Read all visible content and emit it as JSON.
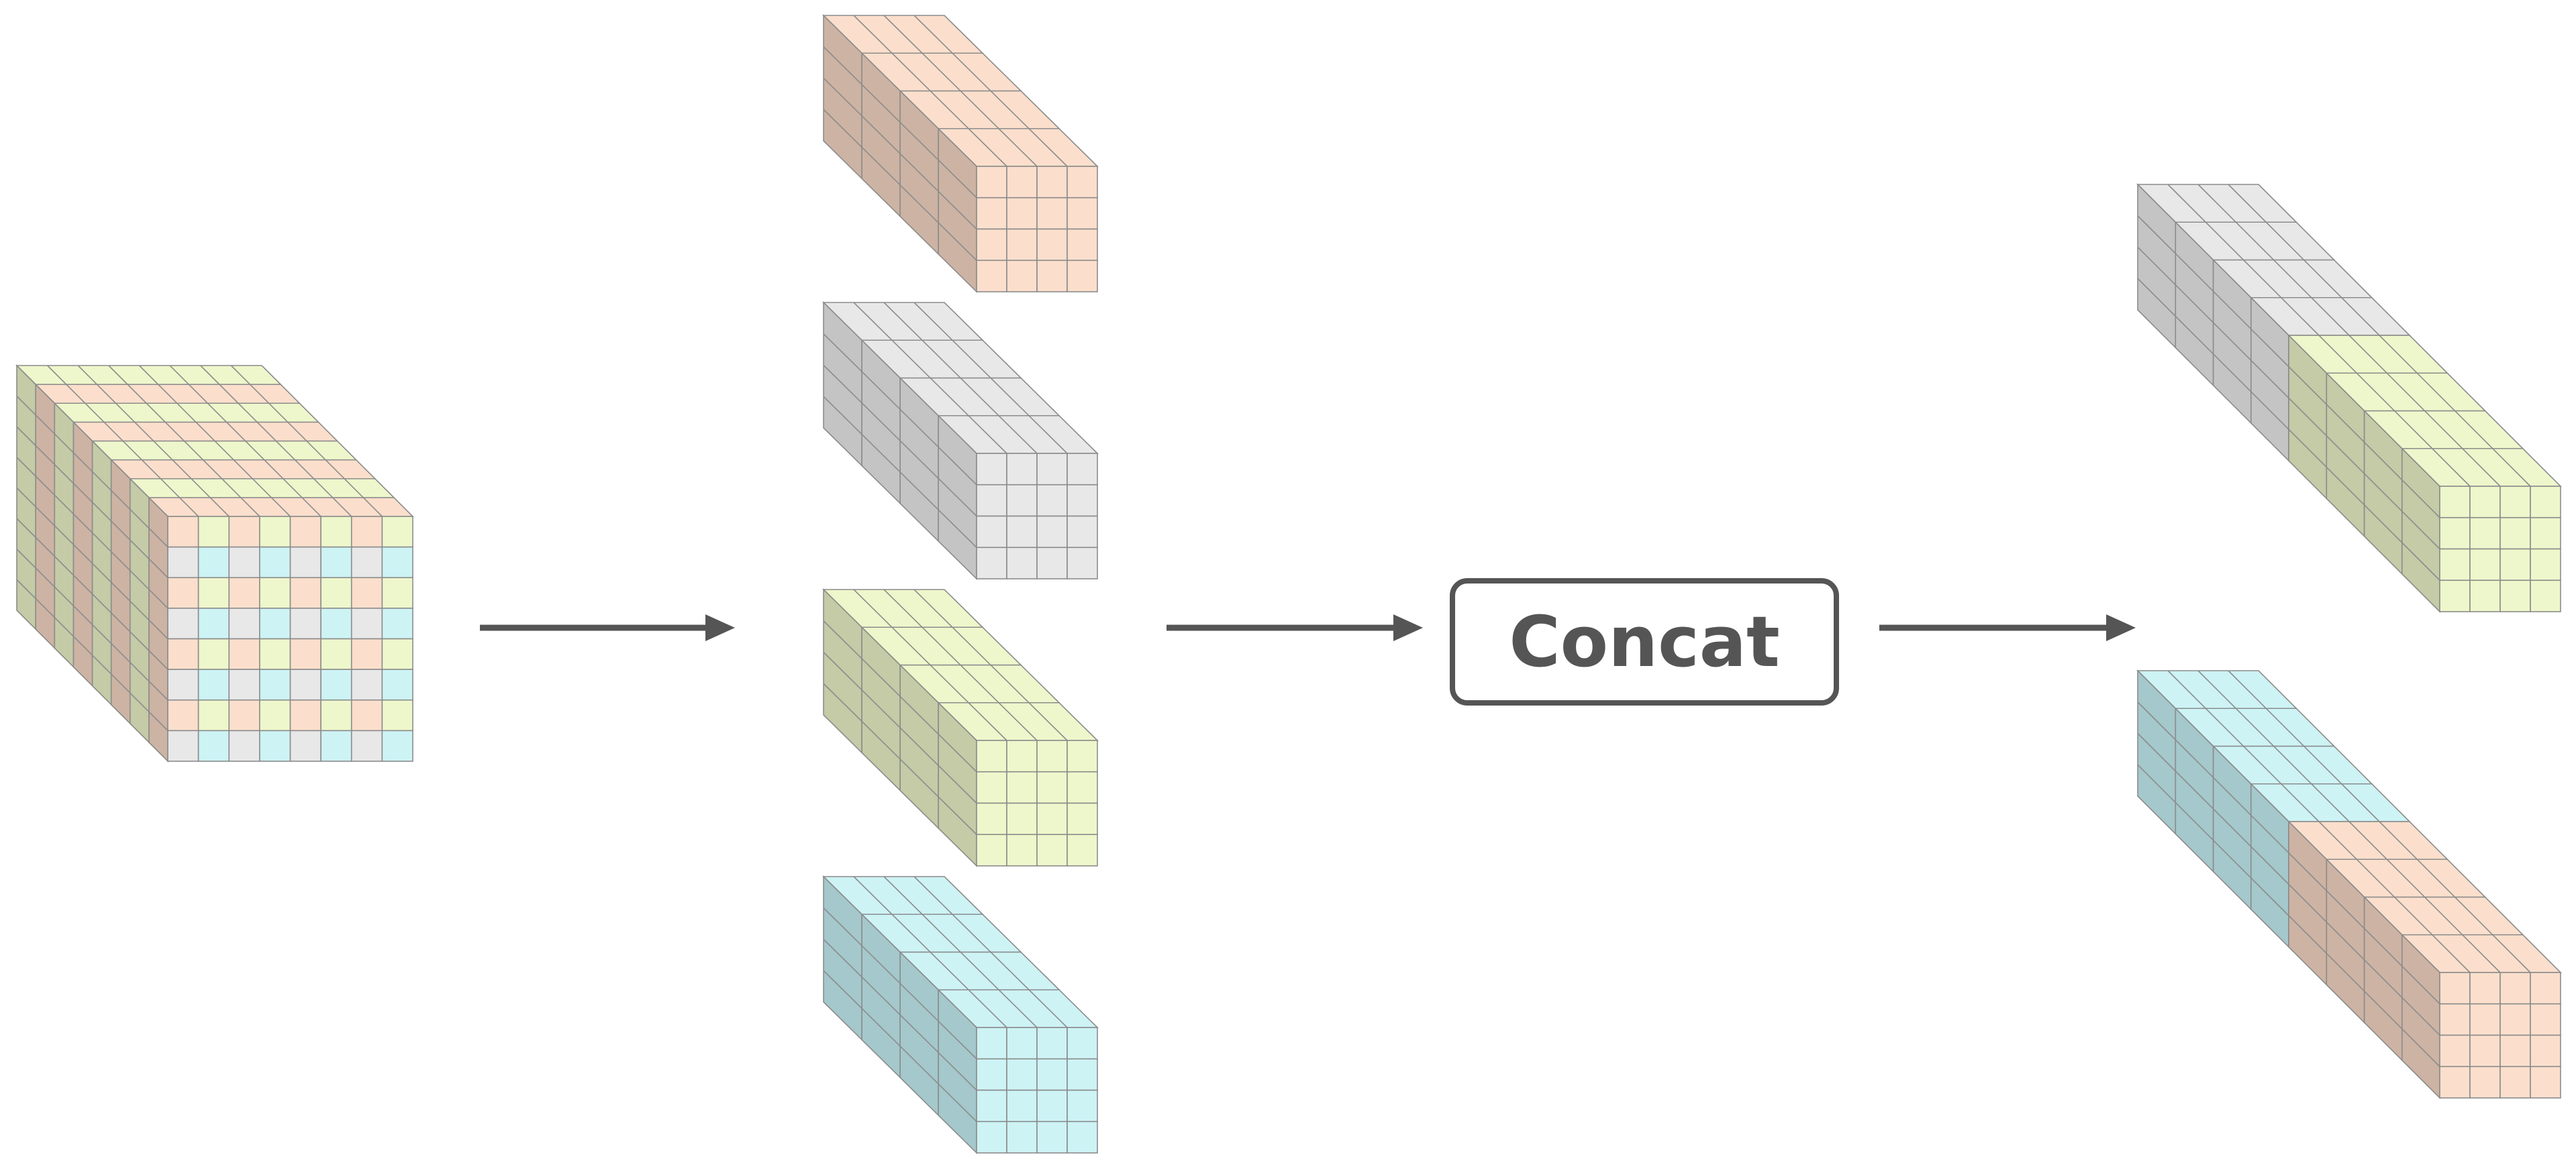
{
  "concat_label": "Concat",
  "colors": {
    "peach": "#fbdfcc",
    "grey": "#e8e8e8",
    "lime": "#eef7cb",
    "cyan": "#cdf3f5",
    "arrow": "#555555",
    "cell_line": "#8c8c8c"
  },
  "input_tensor": {
    "channel_slices_front_to_back": [
      "peach",
      "lime",
      "peach",
      "lime",
      "peach",
      "lime",
      "peach",
      "lime"
    ],
    "front_face_pattern": [
      [
        "peach",
        "lime",
        "peach",
        "lime",
        "peach",
        "lime",
        "peach",
        "lime"
      ],
      [
        "grey",
        "cyan",
        "grey",
        "cyan",
        "grey",
        "cyan",
        "grey",
        "cyan"
      ],
      [
        "peach",
        "lime",
        "peach",
        "lime",
        "peach",
        "lime",
        "peach",
        "lime"
      ],
      [
        "grey",
        "cyan",
        "grey",
        "cyan",
        "grey",
        "cyan",
        "grey",
        "cyan"
      ],
      [
        "peach",
        "lime",
        "peach",
        "lime",
        "peach",
        "lime",
        "peach",
        "lime"
      ],
      [
        "grey",
        "cyan",
        "grey",
        "cyan",
        "grey",
        "cyan",
        "grey",
        "cyan"
      ],
      [
        "peach",
        "lime",
        "peach",
        "lime",
        "peach",
        "lime",
        "peach",
        "lime"
      ],
      [
        "grey",
        "cyan",
        "grey",
        "cyan",
        "grey",
        "cyan",
        "grey",
        "cyan"
      ]
    ]
  },
  "split_tensors": [
    "peach",
    "grey",
    "lime",
    "cyan"
  ],
  "output_tensors": [
    [
      "grey",
      "lime"
    ],
    [
      "cyan",
      "peach"
    ]
  ]
}
